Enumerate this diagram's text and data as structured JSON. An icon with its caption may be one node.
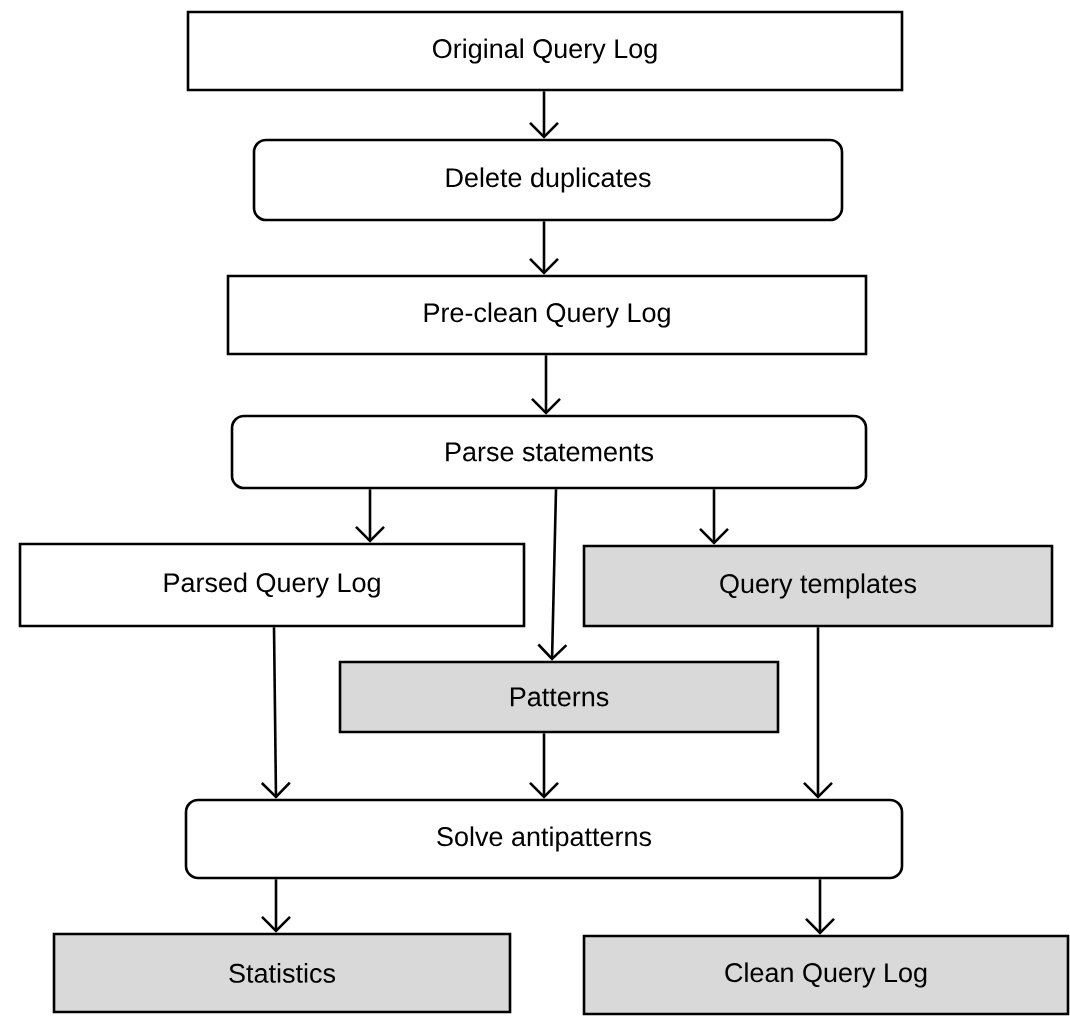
{
  "diagram": {
    "nodes": [
      {
        "text": [
          "Original Query Log"
        ]
      },
      {
        "text": [
          "Delete duplicates"
        ]
      },
      {
        "text": [
          "Pre-clean Query Log"
        ]
      },
      {
        "text": [
          "Parse statements"
        ]
      },
      {
        "text": [
          "Parsed Query Log"
        ]
      },
      {
        "text": [
          "Query templates"
        ]
      },
      {
        "text": [
          "Patterns"
        ]
      },
      {
        "text": [
          "Solve antipatterns"
        ]
      },
      {
        "text": [
          "Statistics"
        ]
      },
      {
        "text": [
          "Clean Query Log"
        ]
      }
    ],
    "edges": [
      {
        "from": 0,
        "to": 1,
        "arrow": "to"
      },
      {
        "from": 1,
        "to": 2,
        "arrow": "to"
      },
      {
        "from": 2,
        "to": 3,
        "arrow": "to"
      },
      {
        "from": 3,
        "to": 4,
        "arrow": "to"
      },
      {
        "from": 3,
        "to": 6,
        "arrow": "to"
      },
      {
        "from": 3,
        "to": 5,
        "arrow": "to"
      },
      {
        "from": 4,
        "to": 7,
        "arrow": "to"
      },
      {
        "from": 6,
        "to": 7,
        "arrow": "to"
      },
      {
        "from": 5,
        "to": 7,
        "arrow": "to"
      },
      {
        "from": 7,
        "to": 8,
        "arrow": "to"
      },
      {
        "from": 7,
        "to": 9,
        "arrow": "to"
      }
    ]
  }
}
